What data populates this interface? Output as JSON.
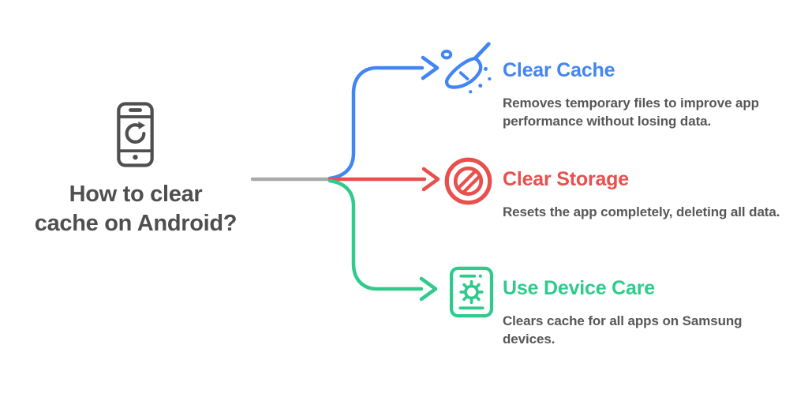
{
  "title": {
    "line1": "How to clear",
    "line2": "cache on Android?"
  },
  "colors": {
    "accent_blue": "#4285F4",
    "accent_red": "#E8504E",
    "accent_green": "#2FCB8D",
    "trunk_gray": "#A9A9A9",
    "dark_gray": "#4F4F4F",
    "body_text": "#575757"
  },
  "center_icon": "phone-refresh-icon",
  "branches": [
    {
      "label": "Clear Cache",
      "description": "Removes temporary files to improve app performance without losing data.",
      "icon": "broom-sweep-icon",
      "color_key": "colors.accent_blue"
    },
    {
      "label": "Clear Storage",
      "description": "Resets the app completely, deleting all data.",
      "icon": "block-icon",
      "color_key": "colors.accent_red"
    },
    {
      "label": "Use Device Care",
      "description": "Clears cache for all apps on Samsung devices.",
      "icon": "phone-gear-icon",
      "color_key": "colors.accent_green"
    }
  ]
}
